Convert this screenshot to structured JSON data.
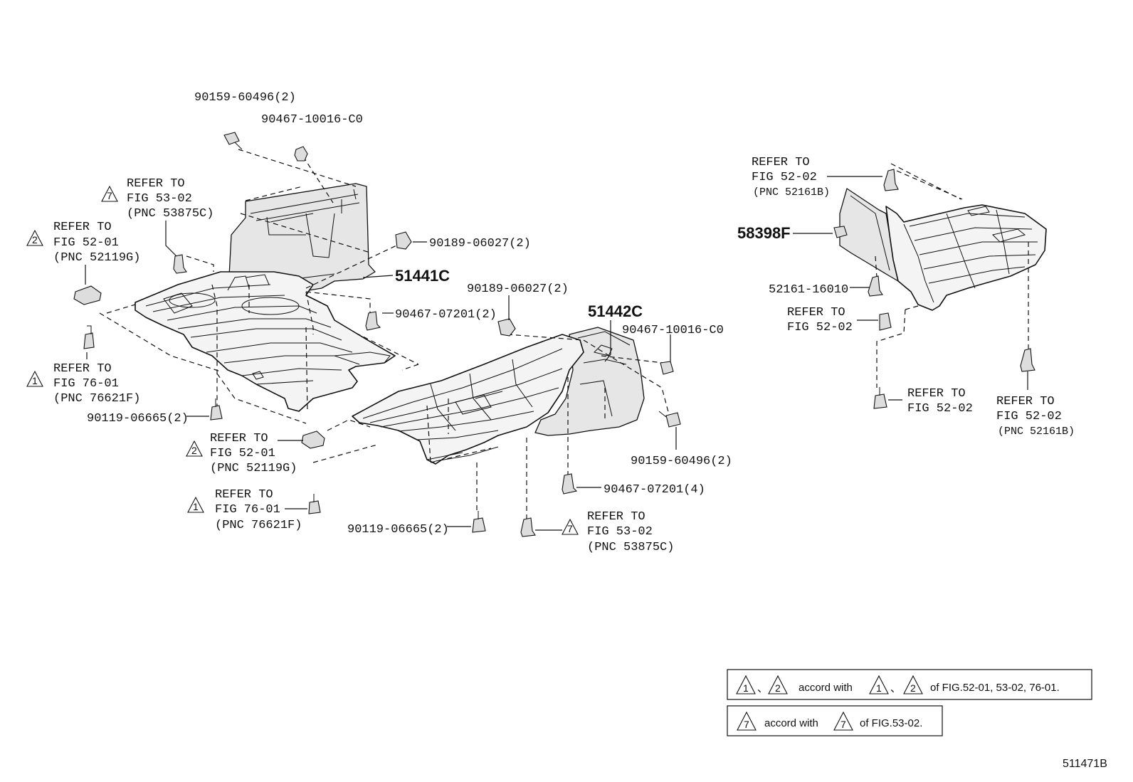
{
  "labels": {
    "l1": "90159-60496(2)",
    "l2": "90467-10016-C0",
    "l3a": "REFER TO",
    "l3b": "FIG 53-02",
    "l3c": "(PNC 53875C)",
    "l4a": "REFER TO",
    "l4b": "FIG 52-01",
    "l4c": "(PNC 52119G)",
    "l5": "90189-06027(2)",
    "p51441": "51441C",
    "l6": "90189-06027(2)",
    "l7": "90467-07201(2)",
    "p51442": "51442C",
    "l8": "90467-10016-C0",
    "l9a": "REFER TO",
    "l9b": "FIG 76-01",
    "l9c": "(PNC 76621F)",
    "l10": "90119-06665(2)",
    "l11a": "REFER TO",
    "l11b": "FIG 52-01",
    "l11c": "(PNC 52119G)",
    "l12": "90159-60496(2)",
    "l13": "90467-07201(4)",
    "l14a": "REFER TO",
    "l14b": "FIG 76-01",
    "l14c": "(PNC 76621F)",
    "l15": "90119-06665(2)",
    "l16a": "REFER TO",
    "l16b": "FIG 53-02",
    "l16c": "(PNC 53875C)",
    "r1a": "REFER TO",
    "r1b": "FIG 52-02",
    "r1c": "(PNC 52161B)",
    "p58398": "58398F",
    "r2": "52161-16010",
    "r3a": "REFER TO",
    "r3b": "FIG 52-02",
    "r4a": "REFER TO",
    "r4b": "FIG 52-02",
    "r5a": "REFER TO",
    "r5b": "FIG 52-02",
    "r5c": "(PNC 52161B)",
    "diagram_id": "511471B"
  },
  "triangles": {
    "t1": "1",
    "t2": "2",
    "t7": "7"
  },
  "notes": {
    "n1_sep": "、",
    "n1_mid": "accord with",
    "n1_tail": "of FIG.52-01, 53-02, 76-01.",
    "n2_mid": "accord with",
    "n2_tail": "of FIG.53-02."
  }
}
